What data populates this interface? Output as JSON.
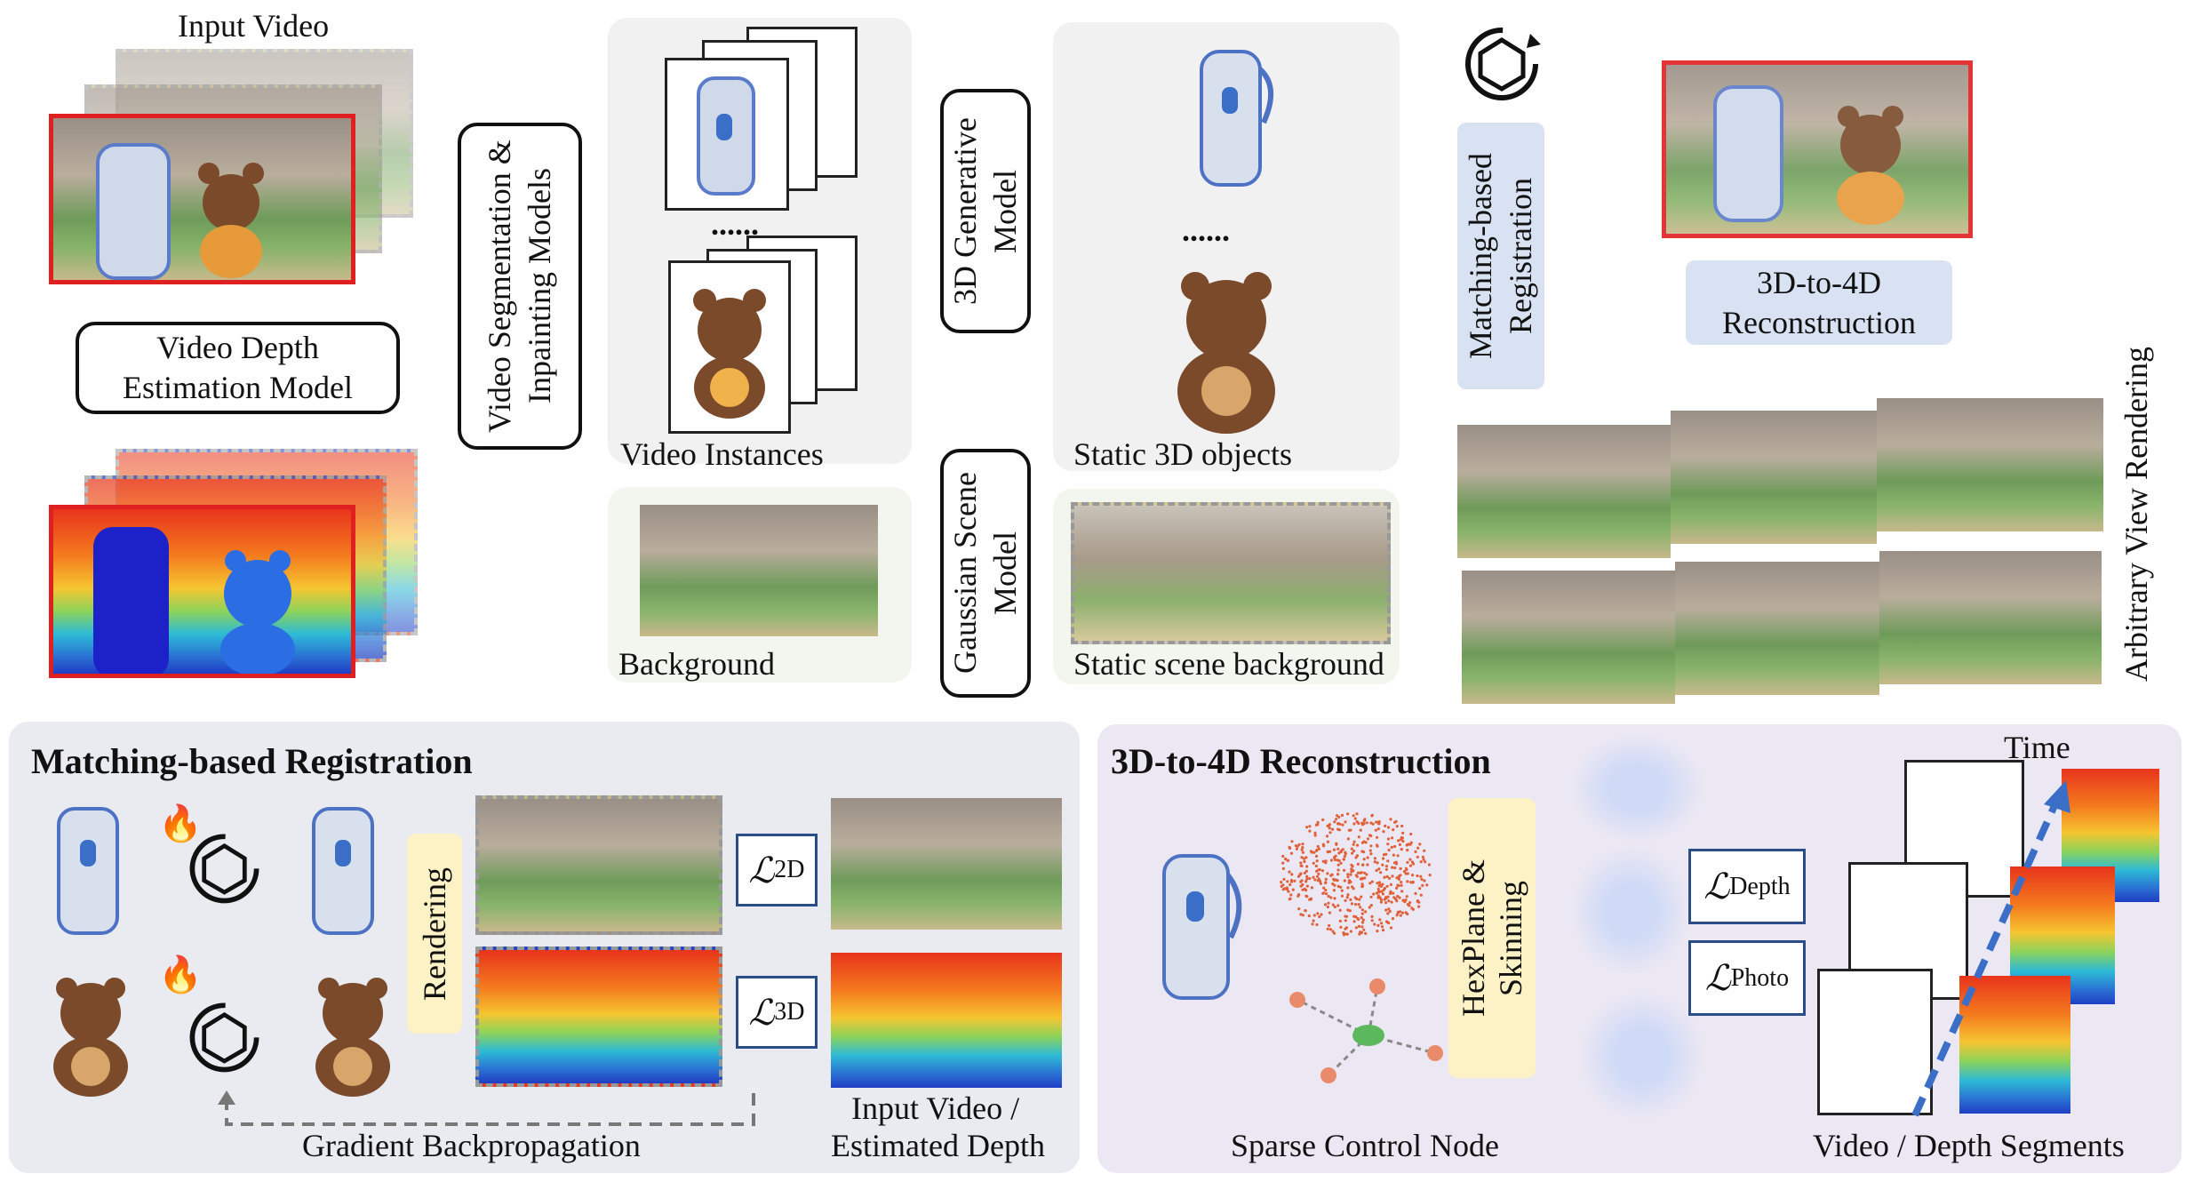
{
  "labels": {
    "input_video": "Input Video",
    "video_depth_estimation_model": "Video Depth Estimation Model",
    "video_segmentation_inpainting": "Video Segmentation & Inpainting Models",
    "video_instances": "Video Instances",
    "dots": "......",
    "background": "Background",
    "generative_model_3d": "3D Generative Model",
    "gaussian_scene_model": "Gaussian Scene Model",
    "static_3d_objects": "Static 3D objects",
    "static_scene_background": "Static scene background",
    "matching_based_registration": "Matching-based Registration",
    "reconstruction_3d_to_4d": "3D-to-4D Reconstruction",
    "arbitrary_view_rendering": "Arbitrary View Rendering"
  },
  "bottom_left": {
    "title": "Matching-based Registration",
    "rendering": "Rendering",
    "loss_2d": "ℒ",
    "loss_2d_sub": "2D",
    "loss_3d": "ℒ",
    "loss_3d_sub": "3D",
    "input_video_estimated_depth_line1": "Input Video /",
    "input_video_estimated_depth_line2": "Estimated Depth",
    "gradient_backpropagation": "Gradient Backpropagation"
  },
  "bottom_right": {
    "title": "3D-to-4D Reconstruction",
    "hexplane_skinning": "HexPlane & Skinning",
    "loss_depth": "ℒ",
    "loss_depth_sub": "Depth",
    "loss_photo": "ℒ",
    "loss_photo_sub": "Photo",
    "time": "Time",
    "sparse_control_node": "Sparse Control Node",
    "video_depth_segments": "Video / Depth Segments"
  },
  "colors": {
    "red_frame": "#e02020",
    "panel_left": "#e9ebf1",
    "panel_right": "#ece8f3",
    "yellow_box": "#fdf1c6",
    "blue_box": "#d8e2f3",
    "arrow_blue": "#3b6fc7"
  }
}
